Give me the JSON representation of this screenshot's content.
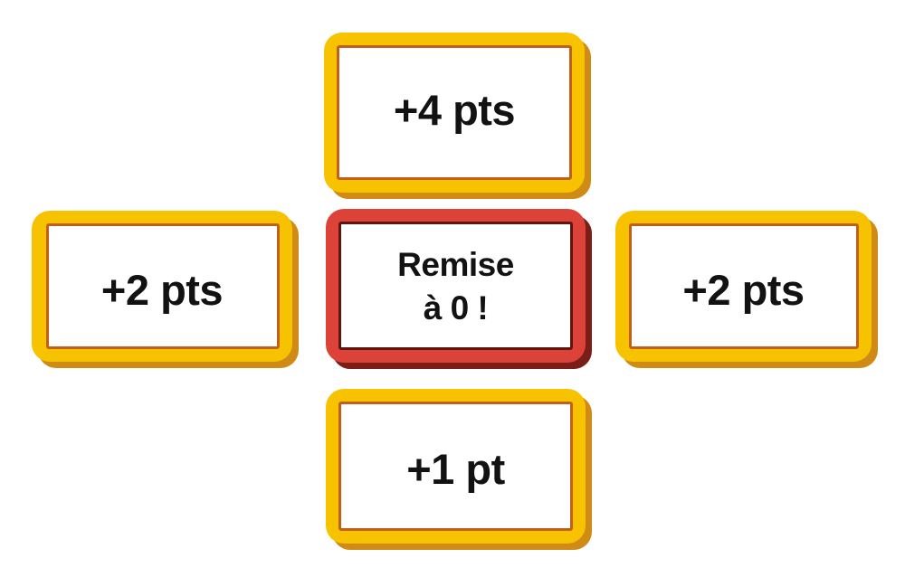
{
  "page": {
    "title": "Cartes de points",
    "background_color": "#ffffff",
    "layout": "plus-cross"
  },
  "theme": {
    "yellow_border": "#F7C300",
    "yellow_shadow": "#D08A16",
    "yellow_inner_line": "#C1601B",
    "red_border": "#DC4238",
    "red_shadow": "#7A1E18",
    "red_inner_line": "#5E1511",
    "card_face": "#ffffff",
    "text_color": "#121212"
  },
  "cards": {
    "top": {
      "label": "+4 pts",
      "variant": "yellow",
      "position": "top"
    },
    "left": {
      "label": "+2 pts",
      "variant": "yellow",
      "position": "left"
    },
    "center": {
      "label": "Remise\nà 0 !",
      "variant": "red",
      "position": "center"
    },
    "right": {
      "label": "+2 pts",
      "variant": "yellow",
      "position": "right"
    },
    "bottom": {
      "label": "+1 pt",
      "variant": "yellow",
      "position": "bottom"
    }
  }
}
